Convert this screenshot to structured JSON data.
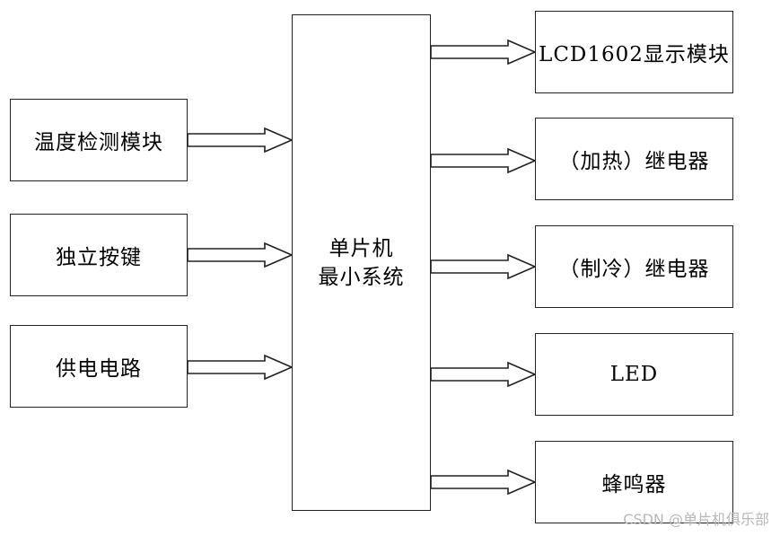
{
  "left_modules": [
    "温度检测模块",
    "独立按键",
    "供电电路"
  ],
  "center_module": {
    "line1": "单片机",
    "line2": "最小系统"
  },
  "right_modules": [
    "LCD1602显示模块",
    "（加热）继电器",
    "（制冷）继电器",
    "LED",
    "蜂鸣器"
  ],
  "watermark": "CSDN @单片机俱乐部"
}
